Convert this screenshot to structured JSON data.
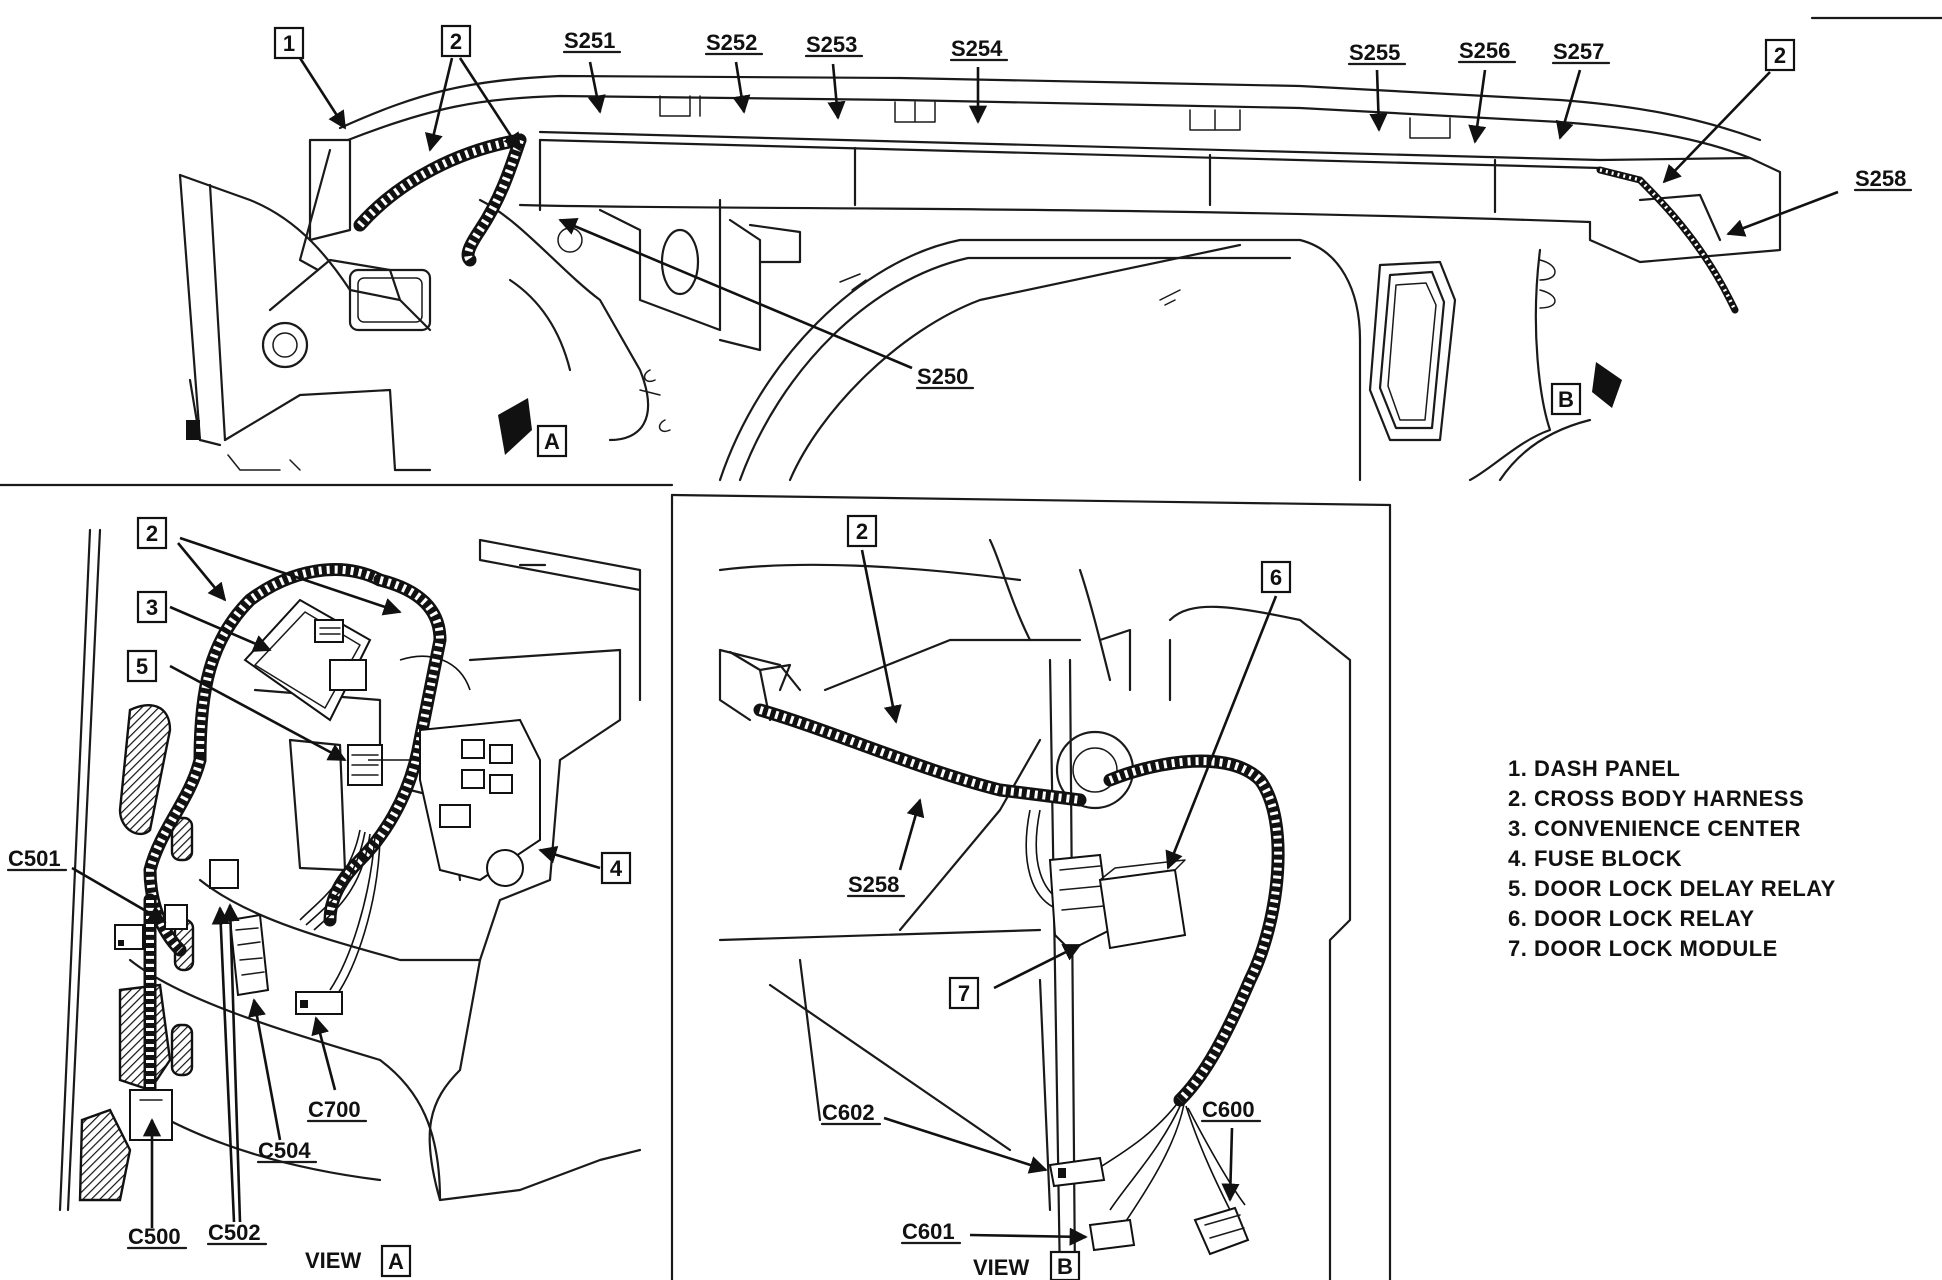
{
  "splice_labels": {
    "s250": "S250",
    "s251": "S251",
    "s252": "S252",
    "s253": "S253",
    "s254": "S254",
    "s255": "S255",
    "s256": "S256",
    "s257": "S257",
    "s258_top": "S258",
    "s258_view_b": "S258"
  },
  "connector_labels": {
    "c500": "C500",
    "c501": "C501",
    "c502": "C502",
    "c504": "C504",
    "c600": "C600",
    "c601": "C601",
    "c602": "C602",
    "c700": "C700"
  },
  "callouts": {
    "dash_panel": "1",
    "harness_top_left": "2",
    "harness_top_right": "2",
    "harness_view_a": "2",
    "convenience_center": "3",
    "fuse_block": "4",
    "door_lock_delay_relay": "5",
    "harness_view_b": "2",
    "door_lock_relay": "6",
    "door_lock_module": "7"
  },
  "views": {
    "view_a_marker": "A",
    "view_b_marker": "B",
    "view_a_caption_word": "VIEW",
    "view_a_caption_letter": "A",
    "view_b_caption_word": "VIEW",
    "view_b_caption_letter": "B"
  },
  "legend": [
    "1. DASH PANEL",
    "2. CROSS BODY HARNESS",
    "3. CONVENIENCE CENTER",
    "4. FUSE BLOCK",
    "5. DOOR LOCK DELAY RELAY",
    "6. DOOR LOCK RELAY",
    "7. DOOR LOCK MODULE"
  ]
}
